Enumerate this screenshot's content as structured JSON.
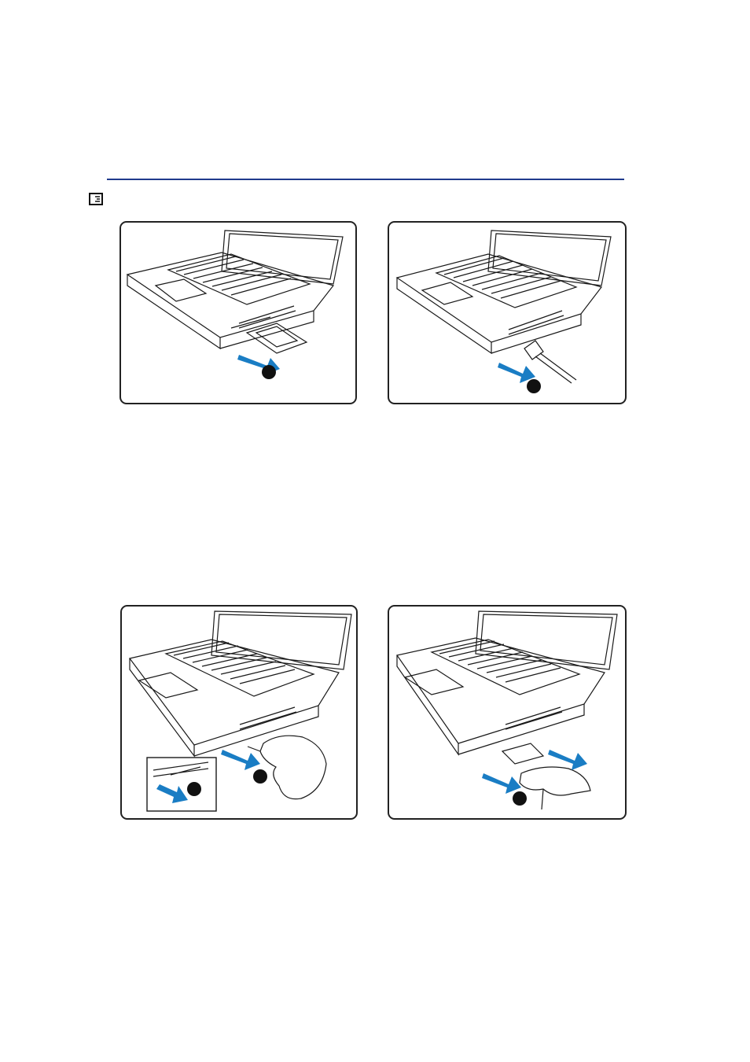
{
  "colors": {
    "rule": "#1f3a8c",
    "arrow": "#1a7dc4",
    "line_art": "#1a1a1a",
    "step_marker": "#111111"
  },
  "icons": {
    "page_marker": "card-slot-icon"
  },
  "panels": [
    {
      "id": "insert-pc-card",
      "arrows": [
        "insert"
      ],
      "step_markers": 1
    },
    {
      "id": "connect-cable",
      "arrows": [
        "insert"
      ],
      "step_markers": 1
    },
    {
      "id": "press-eject-button",
      "arrows": [
        "insert",
        "pop-out"
      ],
      "step_markers": 2
    },
    {
      "id": "remove-pc-card",
      "arrows": [
        "insert",
        "pull-out"
      ],
      "step_markers": 1
    }
  ]
}
